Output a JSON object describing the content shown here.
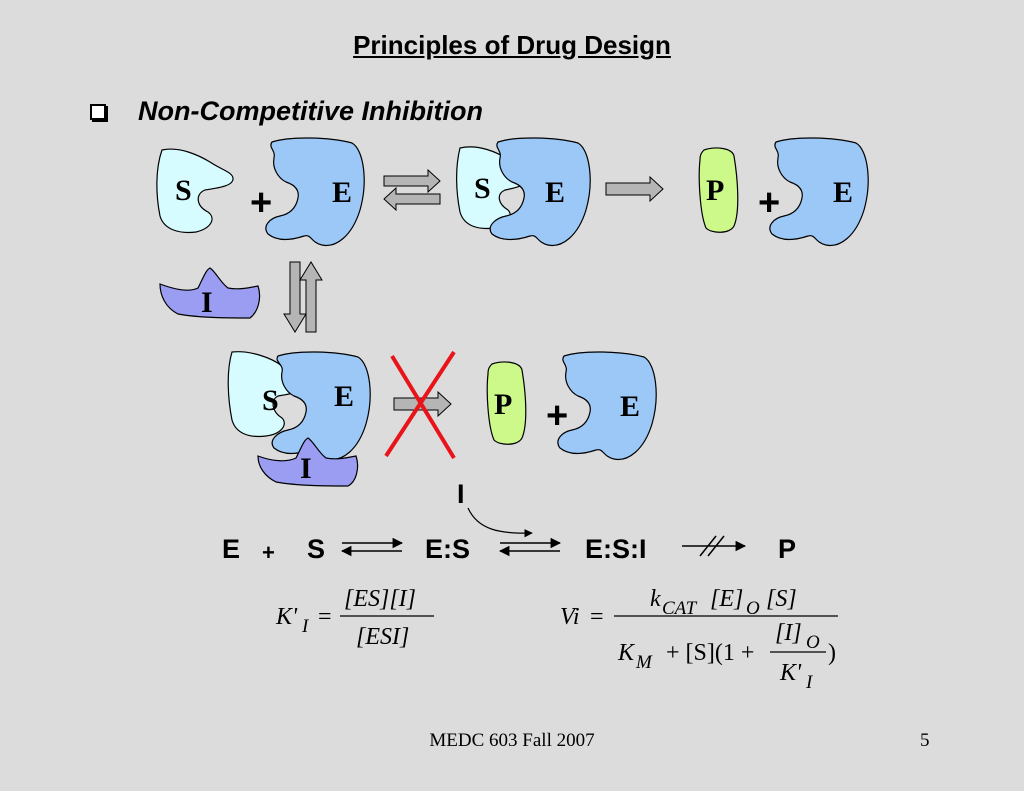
{
  "slide": {
    "title": "Principles of Drug Design",
    "bullet": "Non-Competitive Inhibition",
    "footer": "MEDC 603 Fall 2007",
    "page_number": "5"
  },
  "colors": {
    "substrate": "#d6fcff",
    "enzyme": "#9cc8f7",
    "inhibitor": "#9b9df2",
    "product": "#cdf98a",
    "arrow_fill": "#b5b5b5",
    "cross": "#e8141a"
  },
  "diagram": {
    "labels": {
      "S": "S",
      "E": "E",
      "P": "P",
      "I": "I",
      "plus": "+"
    }
  },
  "equation": {
    "E": "E",
    "plus": "+",
    "S": "S",
    "ES": "E:S",
    "ESI": "E:S:I",
    "P": "P",
    "I": "I"
  },
  "formulas": {
    "ki_lhs": "K'",
    "ki_sub": "I",
    "ki_eq": "=",
    "ki_num": "[ES][I]",
    "ki_den": "[ESI]",
    "vi_lhs": "Vi",
    "vi_eq": "=",
    "vi_num_k": "k",
    "vi_num_ksub": "CAT",
    "vi_num_e": "[E]",
    "vi_num_esub": "O",
    "vi_num_s": "[S]",
    "vi_den_k": "K",
    "vi_den_ksub": "M",
    "vi_den_mid": "+ [S](1 +",
    "vi_den_close": ")",
    "vi_inner_num": "[I]",
    "vi_inner_numsub": "O",
    "vi_inner_den": "K'",
    "vi_inner_densub": "I"
  }
}
